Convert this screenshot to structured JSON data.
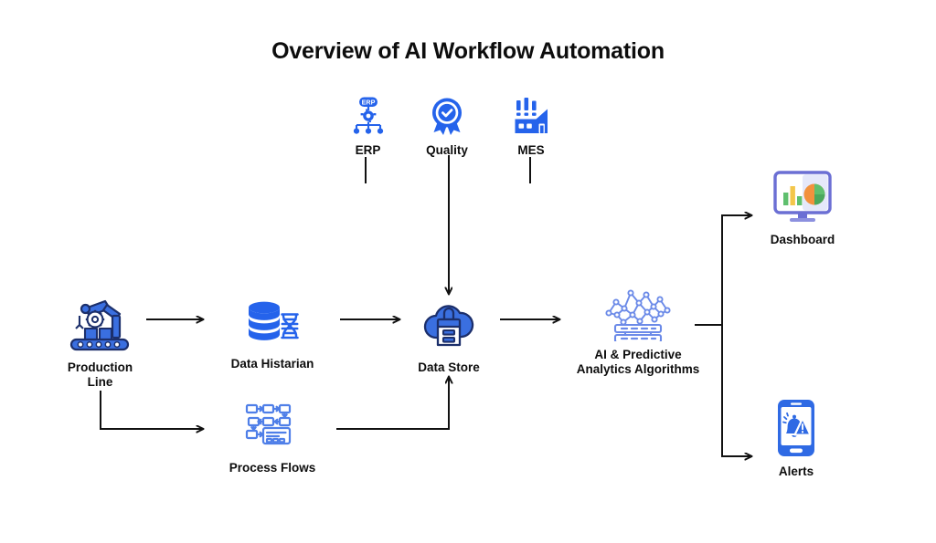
{
  "page": {
    "title": "Overview of AI Workflow Automation",
    "background_color": "#ffffff",
    "title_color": "#0d0d0d"
  },
  "palette": {
    "primary_blue": "#2563eb",
    "royal_blue": "#2f6ae4",
    "dark_navy": "#1c2f6b",
    "light_periwinkle": "#6b8ae8",
    "arrow_black": "#111111",
    "chart_green": "#5fbf6e",
    "chart_orange": "#f2913d",
    "chart_yellow": "#f3c64a",
    "monitor_purple": "#6b6fd4"
  },
  "nodes": [
    {
      "id": "erp",
      "label": "ERP",
      "icon": "erp-hierarchy-icon",
      "color": "#2563eb"
    },
    {
      "id": "quality",
      "label": "Quality",
      "icon": "quality-award-badge-icon",
      "color": "#2563eb"
    },
    {
      "id": "mes",
      "label": "MES",
      "icon": "mes-factory-icon",
      "color": "#2563eb"
    },
    {
      "id": "production",
      "label": "Production\nLine",
      "icon": "robotic-arm-conveyor-icon",
      "color": "#2f6ae4"
    },
    {
      "id": "historian",
      "label": "Data Histarian",
      "icon": "database-dna-icon",
      "color": "#2563eb"
    },
    {
      "id": "processflow",
      "label": "Process Flows",
      "icon": "process-flow-chart-icon",
      "color": "#5b83e8"
    },
    {
      "id": "datastore",
      "label": "Data Store",
      "icon": "cloud-database-icon",
      "color": "#2f6ae4"
    },
    {
      "id": "ai",
      "label": "AI & Predictive\nAnalytics Algorithms",
      "icon": "neural-network-server-icon",
      "color": "#6b8ae8"
    },
    {
      "id": "dashboard",
      "label": "Dashboard",
      "icon": "monitor-charts-icon",
      "color": "#6b6fd4"
    },
    {
      "id": "alerts",
      "label": "Alerts",
      "icon": "phone-alert-bell-icon",
      "color": "#2f6ae4"
    }
  ],
  "connectors": [
    {
      "id": "production-to-historian",
      "from": "production",
      "to": "historian",
      "style": "straight-arrow",
      "direction": "right"
    },
    {
      "id": "production-to-processflow",
      "from": "production",
      "to": "processflow",
      "style": "elbow-arrow",
      "direction": "down-right"
    },
    {
      "id": "historian-to-datastore",
      "from": "historian",
      "to": "datastore",
      "style": "straight-arrow",
      "direction": "right"
    },
    {
      "id": "processflow-to-datastore",
      "from": "processflow",
      "to": "datastore",
      "style": "elbow-arrow",
      "direction": "right-up"
    },
    {
      "id": "quality-to-datastore",
      "from": "quality",
      "to": "datastore",
      "style": "straight-arrow",
      "direction": "down"
    },
    {
      "id": "erp-stub",
      "from": "erp",
      "to": "",
      "style": "stub",
      "direction": "down"
    },
    {
      "id": "mes-stub",
      "from": "mes",
      "to": "",
      "style": "stub",
      "direction": "down"
    },
    {
      "id": "datastore-to-ai",
      "from": "datastore",
      "to": "ai",
      "style": "straight-arrow",
      "direction": "right"
    },
    {
      "id": "ai-to-dashboard",
      "from": "ai",
      "to": "dashboard",
      "style": "elbow-arrow",
      "direction": "right-up"
    },
    {
      "id": "ai-to-alerts",
      "from": "ai",
      "to": "alerts",
      "style": "elbow-arrow",
      "direction": "right-down"
    }
  ]
}
